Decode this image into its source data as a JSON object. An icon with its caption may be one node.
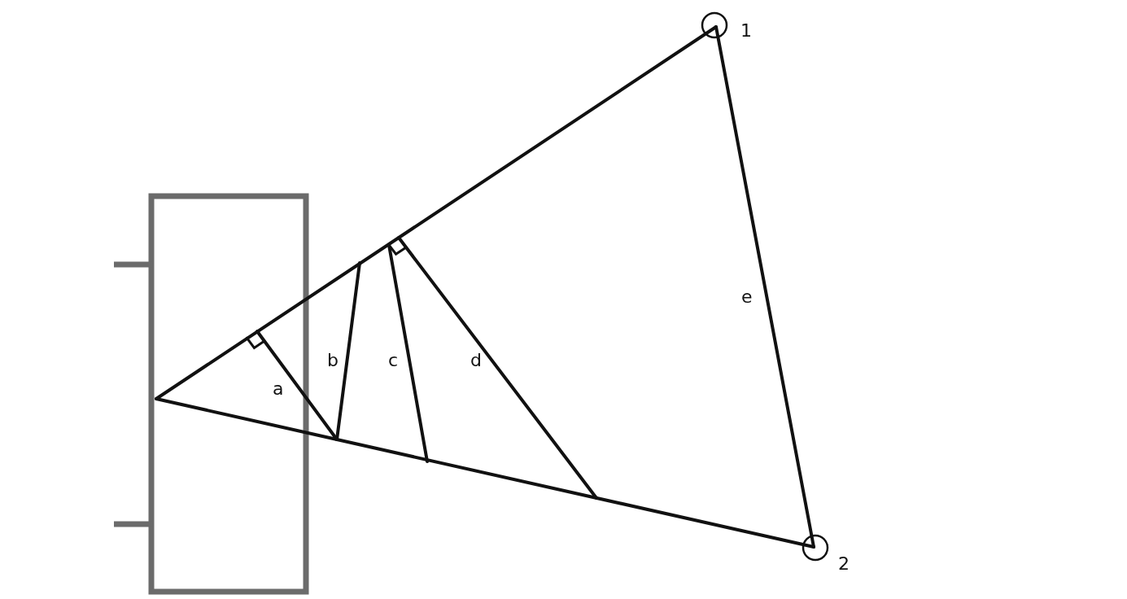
{
  "diagram": {
    "labels": [
      "1",
      "2",
      "a",
      "b",
      "c",
      "d",
      "e"
    ]
  }
}
